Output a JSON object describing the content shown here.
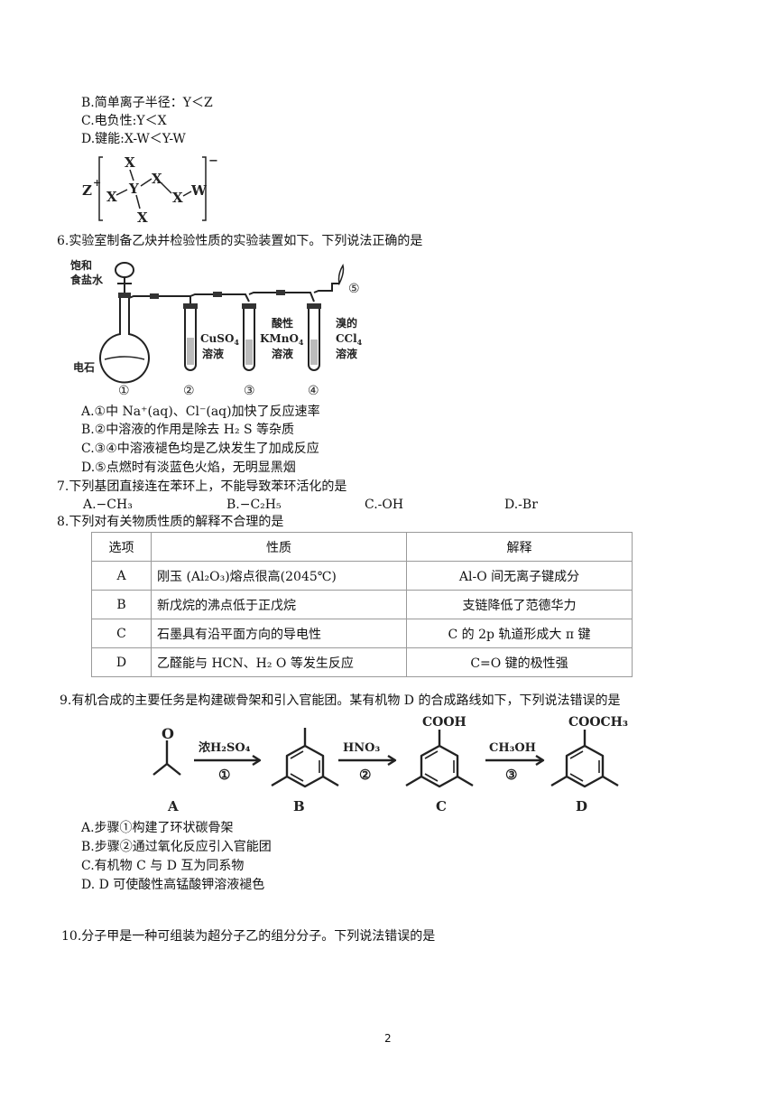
{
  "q5": {
    "optB": "B.简单离子半径：Y＜Z",
    "optC": "C.电负性:Y＜X",
    "optD": "D.键能:X-W＜Y-W",
    "struct": {
      "cation": "Z",
      "plus": "+",
      "minus": "−",
      "x": "X",
      "y": "Y",
      "w": "W"
    }
  },
  "q6": {
    "stem": "6.实验室制备乙炔并检验性质的实验装置如下。下列说法正确的是",
    "apparatus": {
      "funnel_label_1": "饱和",
      "funnel_label_2": "食盐水",
      "flask_label": "电石",
      "tube2_line1": "CuSO",
      "tube2_sub": "4",
      "tube2_line2": "溶液",
      "tube3_line1": "酸性",
      "tube3_line2": "KMnO",
      "tube3_sub": "4",
      "tube3_line3": "溶液",
      "tube4_line1": "溴的",
      "tube4_line2": "CCl",
      "tube4_sub": "4",
      "tube4_line3": "溶液",
      "num1": "①",
      "num2": "②",
      "num3": "③",
      "num4": "④",
      "num5": "⑤"
    },
    "optA": "A.①中 Na⁺(aq)、Cl⁻(aq)加快了反应速率",
    "optB": "B.②中溶液的作用是除去 H₂ S 等杂质",
    "optC": "C.③④中溶液褪色均是乙炔发生了加成反应",
    "optD": "D.⑤点燃时有淡蓝色火焰，无明显黑烟"
  },
  "q7": {
    "stem": "7.下列基团直接连在苯环上，不能导致苯环活化的是",
    "optA": "A.−CH₃",
    "optB": "B.−C₂H₅",
    "optC": "C.-OH",
    "optD": "D.-Br"
  },
  "q8": {
    "stem": "8.下列对有关物质性质的解释不合理的是",
    "headers": [
      "选项",
      "性质",
      "解释"
    ],
    "rows": [
      [
        "A",
        "刚玉 (Al₂O₃)熔点很高(2045℃)",
        "Al-O 间无离子键成分"
      ],
      [
        "B",
        "新戊烷的沸点低于正戊烷",
        "支链降低了范德华力"
      ],
      [
        "C",
        "石墨具有沿平面方向的导电性",
        "C 的 2p 轨道形成大 π 键"
      ],
      [
        "D",
        "乙醛能与 HCN、H₂ O 等发生反应",
        "C=O 键的极性强"
      ]
    ]
  },
  "q9": {
    "stem": "9.有机合成的主要任务是构建碳骨架和引入官能团。某有机物 D 的合成路线如下，下列说法错误的是",
    "scheme": {
      "labelA": "A",
      "labelB": "B",
      "labelC": "C",
      "labelD": "D",
      "oxygen": "O",
      "arrow1_reagent": "浓H₂SO₄",
      "arrow1_step": "①",
      "arrow2_reagent": "HNO₃",
      "arrow2_step": "②",
      "arrow3_reagent": "CH₃OH",
      "arrow3_step": "③",
      "groupC": "COOH",
      "groupD": "COOCH₃"
    },
    "optA": "A.步骤①构建了环状碳骨架",
    "optB": "B.步骤②通过氧化反应引入官能团",
    "optC": "C.有机物 C 与 D 互为同系物",
    "optD": "D. D 可使酸性高锰酸钾溶液褪色"
  },
  "q10": {
    "stem": "10.分子甲是一种可组装为超分子乙的组分分子。下列说法错误的是"
  },
  "footer": {
    "page_number": "2"
  }
}
